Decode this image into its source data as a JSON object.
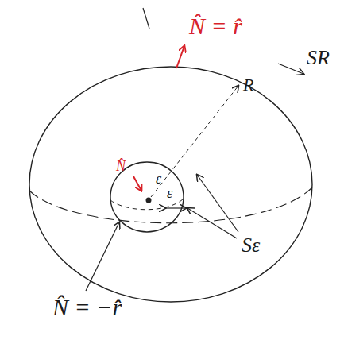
{
  "diagram": {
    "labels": [
      "N̂ = r̂",
      "SR",
      "R",
      "ε",
      "N̂",
      "ε",
      "Sε",
      "N̂ = −r̂"
    ]
  }
}
